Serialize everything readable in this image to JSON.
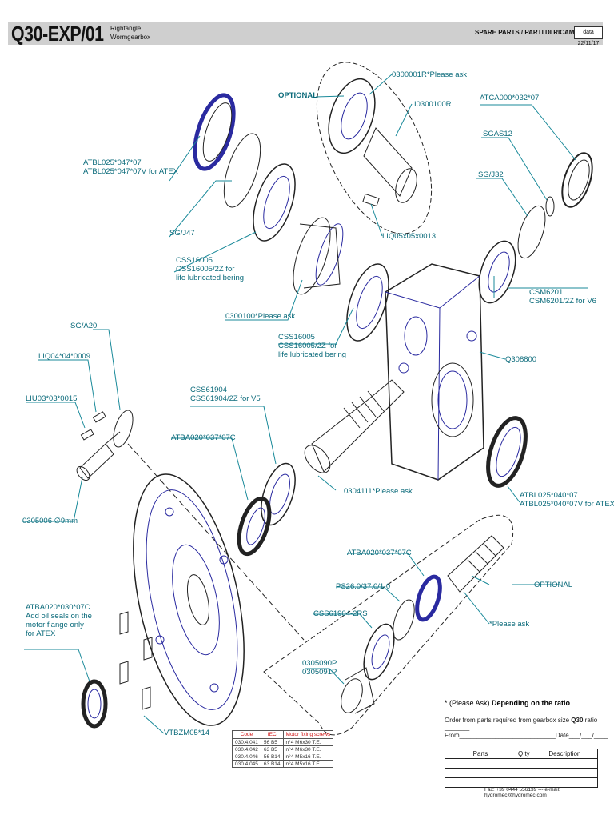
{
  "header": {
    "model": "Q30-EXP/01",
    "subtitle_line1": "Rightangle",
    "subtitle_line2": "Wormgearbox",
    "section": "SPARE PARTS / PARTI DI RICAMBIO",
    "date": "data 22/11/17"
  },
  "labels": {
    "optional_top": "OPTIONAL",
    "p0300001r": "0300001R*Please ask",
    "i0300100r": "I0300100R",
    "atca": "ATCA000*032*07",
    "sgas12": "SGAS12",
    "sgj32": "SG/J32",
    "atbl025_047_a": "ATBL025*047*07",
    "atbl025_047_b": "ATBL025*047*07V for ATEX",
    "sgj47": "SG/J47",
    "liq05": "LIQ05x05x0013",
    "css16005a_1": "CSS16005",
    "css16005a_2": "CSS16005/2Z for",
    "css16005a_3": "life lubricated bering",
    "csm6201_1": "CSM6201",
    "csm6201_2": "CSM6201/2Z for V6",
    "p0300100": "0300100*Please ask",
    "css16005b_1": "CSS16005",
    "css16005b_2": "CSS16005/2Z for",
    "css16005b_3": "life lubricated bering",
    "q308800": "Q308800",
    "sga20": "SG/A20",
    "liq04": "LIQ04*04*0009",
    "liu03": "LIU03*03*0015",
    "css61904_1": "CSS61904",
    "css61904_2": "CSS61904/2Z for V5",
    "atba020a": "ATBA020*037*07C",
    "p0304111": "0304111*Please ask",
    "atbl025_040_a": "ATBL025*040*07",
    "atbl025_040_b": "ATBL025*040*07V for ATEX",
    "p0305006": "0305006 ∅9mm",
    "atba020b": "ATBA020*037*07C",
    "ps26": "PS26.0/37.0/1.0",
    "optional_bottom": "OPTIONAL",
    "css61904_2rs": "CSS61904-2RS",
    "please_ask": "*Please ask",
    "atba030_1": "ATBA020*030*07C",
    "atba030_2": "Add oil seals on the",
    "atba030_3": "motor flange only",
    "atba030_4": "for ATEX",
    "p0305090": "0305090P",
    "p0305091": "0305091P",
    "vtbzm": "VTBZM05*14"
  },
  "motor_table": {
    "headers": [
      "Code",
      "IEC",
      "Motor fixing screws"
    ],
    "rows": [
      [
        "030.4.041",
        "56 B5",
        "n°4 M6x30 T.E."
      ],
      [
        "030.4.042",
        "63 B5",
        "n°4 M6x30 T.E."
      ],
      [
        "030.4.046",
        "56 B14",
        "n°4 M5x16 T.E."
      ],
      [
        "030.4.045",
        "63 B14",
        "n°4 M5x16 T.E."
      ]
    ]
  },
  "order_note": {
    "prefix": "* (Please Ask)",
    "emphasis": "Depending on the ratio",
    "order_text": "Order from parts required from gearbox size",
    "size": "Q30",
    "ratio_text": "ratio _______",
    "from_text": "From___________________________Date___/___/____"
  },
  "parts_table": {
    "headers": [
      "Parts",
      "Q.ty",
      "Description"
    ]
  },
  "footer": {
    "fax": "Fax: +39 0444 556139 --- e-mail: hydromec@hydromec.com"
  },
  "colors": {
    "label": "#0a6a7a",
    "leader": "#1a8a9a",
    "seal_blue": "#2a2aa0",
    "outline": "#222222",
    "header_band": "#cfcfcf",
    "table_header": "#d01818"
  }
}
